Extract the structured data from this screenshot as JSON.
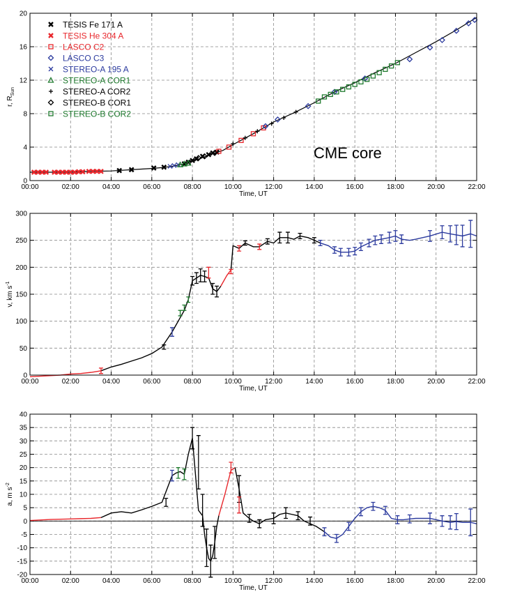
{
  "figure": {
    "annotation": "CME core"
  },
  "legend": [
    {
      "label": "TESIS Fe 171 A",
      "color": "#000000",
      "marker": "x-bold"
    },
    {
      "label": "TESIS He 304 A",
      "color": "#e8262b",
      "marker": "x-bold"
    },
    {
      "label": "LASCO C2",
      "color": "#e8262b",
      "marker": "square"
    },
    {
      "label": "LASCO C3",
      "color": "#2b3a9e",
      "marker": "diamond"
    },
    {
      "label": "STEREO-A 195 A",
      "color": "#2b3a9e",
      "marker": "x"
    },
    {
      "label": "STEREO-A COR1",
      "color": "#1f7a2e",
      "marker": "triangle"
    },
    {
      "label": "STEREO-A COR2",
      "color": "#000000",
      "marker": "plus"
    },
    {
      "label": "STEREO-B COR1",
      "color": "#000000",
      "marker": "diamond"
    },
    {
      "label": "STEREO-B COR2",
      "color": "#1f7a2e",
      "marker": "square"
    }
  ],
  "chart_data": [
    {
      "type": "line",
      "xlabel": "Time, UT",
      "ylabel": "r, R_Sun",
      "xlim": [
        0,
        22
      ],
      "ylim": [
        0,
        20
      ],
      "xticks": [
        "00:00",
        "02:00",
        "04:00",
        "06:00",
        "08:00",
        "10:00",
        "12:00",
        "14:00",
        "16:00",
        "18:00",
        "20:00",
        "22:00"
      ],
      "yticks": [
        "0",
        "4",
        "8",
        "12",
        "16",
        "20"
      ],
      "grid": true,
      "legend_position": "top-left",
      "series": [
        {
          "name": "TESIS He 304 A",
          "color": "#e8262b",
          "marker": "x-bold",
          "x": [
            0.2,
            0.4,
            0.6,
            0.8,
            1.2,
            1.4,
            1.6,
            1.8,
            2.0,
            2.2,
            2.4,
            2.6,
            2.9,
            3.1,
            3.3,
            3.5
          ],
          "y": [
            1.0,
            1.0,
            1.0,
            1.0,
            1.0,
            1.0,
            1.0,
            1.0,
            1.0,
            1.0,
            1.05,
            1.05,
            1.1,
            1.1,
            1.1,
            1.1
          ]
        },
        {
          "name": "TESIS Fe 171 A",
          "color": "#000000",
          "marker": "x-bold",
          "x": [
            4.4,
            5.0,
            6.1,
            6.6,
            7.6,
            7.8,
            8.0,
            8.2,
            8.5,
            8.8,
            9.0,
            9.2
          ],
          "y": [
            1.2,
            1.3,
            1.5,
            1.6,
            2.0,
            2.2,
            2.4,
            2.6,
            2.9,
            3.1,
            3.3,
            3.4
          ]
        },
        {
          "name": "LASCO C2",
          "color": "#e8262b",
          "marker": "square",
          "x": [
            9.3,
            9.8,
            10.4,
            11.0,
            11.5
          ],
          "y": [
            3.5,
            4.0,
            4.8,
            5.6,
            6.3
          ]
        },
        {
          "name": "STEREO-A 195 A",
          "color": "#2b3a9e",
          "marker": "x",
          "x": [
            6.9,
            7.1,
            7.3
          ],
          "y": [
            1.7,
            1.8,
            1.9
          ]
        },
        {
          "name": "STEREO-A COR1",
          "color": "#1f7a2e",
          "marker": "triangle",
          "x": [
            7.4,
            7.6,
            7.8
          ],
          "y": [
            1.9,
            2.0,
            2.1
          ]
        },
        {
          "name": "STEREO-A COR2",
          "color": "#000000",
          "marker": "plus",
          "x": [
            10.0,
            10.6,
            11.2,
            11.9,
            12.5,
            13.1
          ],
          "y": [
            4.4,
            5.1,
            5.9,
            6.8,
            7.5,
            8.2
          ]
        },
        {
          "name": "LASCO C3",
          "color": "#2b3a9e",
          "marker": "diamond",
          "x": [
            11.6,
            12.2,
            13.7,
            15.0,
            16.5,
            18.7,
            19.7,
            20.3,
            21.0,
            21.6,
            21.9
          ],
          "y": [
            6.5,
            7.3,
            8.9,
            10.6,
            12.2,
            14.5,
            15.9,
            16.8,
            17.9,
            18.8,
            19.2
          ]
        },
        {
          "name": "STEREO-B COR1",
          "color": "#000000",
          "marker": "diamond",
          "x": [
            8.3,
            8.6,
            9.1
          ],
          "y": [
            2.7,
            2.9,
            3.3
          ]
        },
        {
          "name": "STEREO-B COR2",
          "color": "#1f7a2e",
          "marker": "square",
          "x": [
            14.2,
            14.5,
            14.8,
            15.1,
            15.4,
            15.7,
            16.0,
            16.3,
            16.6,
            16.9,
            17.2,
            17.5,
            17.8,
            18.1
          ],
          "y": [
            9.5,
            10.0,
            10.3,
            10.6,
            10.9,
            11.2,
            11.5,
            11.8,
            12.1,
            12.5,
            12.9,
            13.3,
            13.7,
            14.1
          ]
        }
      ],
      "curve": {
        "x": [
          0,
          1,
          2,
          3,
          4,
          5,
          6,
          6.5,
          7,
          7.5,
          8,
          8.5,
          9,
          9.5,
          10,
          11,
          12,
          13,
          14,
          15,
          16,
          17,
          18,
          19,
          20,
          21,
          22
        ],
        "y": [
          1.0,
          1.0,
          1.0,
          1.1,
          1.15,
          1.3,
          1.45,
          1.55,
          1.7,
          1.95,
          2.3,
          2.75,
          3.2,
          3.6,
          4.3,
          5.6,
          7.0,
          8.1,
          9.3,
          10.6,
          11.7,
          12.9,
          14.0,
          15.3,
          16.6,
          18.0,
          19.5
        ]
      }
    },
    {
      "type": "line",
      "xlabel": "Time, UT",
      "ylabel": "v, km s^-1",
      "xlim": [
        0,
        22
      ],
      "ylim": [
        0,
        300
      ],
      "xticks": [
        "00:00",
        "02:00",
        "04:00",
        "06:00",
        "08:00",
        "10:00",
        "12:00",
        "14:00",
        "16:00",
        "18:00",
        "20:00",
        "22:00"
      ],
      "yticks": [
        "0",
        "50",
        "100",
        "150",
        "200",
        "250",
        "300"
      ],
      "grid": true,
      "segments": [
        {
          "color": "#e8262b",
          "x": [
            0,
            0.5,
            1,
            1.5,
            2,
            2.5,
            3,
            3.5
          ],
          "y": [
            -3,
            -2,
            -1,
            0,
            2,
            3,
            5,
            8
          ]
        },
        {
          "color": "#000000",
          "x": [
            3.5,
            4,
            4.5,
            5,
            5.5,
            6,
            6.5,
            7,
            7.3,
            7.6,
            7.8,
            8.0,
            8.2,
            8.4,
            8.6,
            8.8,
            9.0,
            9.2,
            9.4
          ],
          "y": [
            8,
            15,
            20,
            26,
            32,
            40,
            52,
            80,
            100,
            120,
            140,
            175,
            180,
            185,
            183,
            180,
            160,
            155,
            165
          ]
        },
        {
          "color": "#e8262b",
          "x": [
            9.4,
            9.7,
            9.9
          ],
          "y": [
            165,
            185,
            195
          ]
        },
        {
          "color": "#000000",
          "x": [
            9.9,
            10.0,
            10.3,
            10.6,
            11.0,
            11.3,
            11.7,
            12.0,
            12.3,
            12.7,
            13.0,
            13.3,
            13.7,
            14.0,
            14.3
          ],
          "y": [
            195,
            240,
            235,
            245,
            238,
            238,
            248,
            245,
            255,
            255,
            252,
            258,
            255,
            250,
            245
          ]
        },
        {
          "color": "#2b3a9e",
          "x": [
            14.3,
            14.7,
            15.0,
            15.3,
            15.7,
            16.0,
            16.3,
            16.7,
            17.0,
            17.3,
            17.7,
            18.0,
            18.3,
            18.7,
            19.0,
            19.7,
            20.3,
            20.7,
            21.0,
            21.3,
            21.7,
            22.0
          ],
          "y": [
            245,
            240,
            232,
            228,
            228,
            230,
            238,
            245,
            250,
            252,
            255,
            258,
            252,
            250,
            252,
            258,
            265,
            262,
            260,
            258,
            262,
            258
          ]
        }
      ],
      "errorbars": [
        {
          "color": "#e8262b",
          "x": [
            3.5
          ],
          "y": [
            8
          ],
          "err": [
            5
          ]
        },
        {
          "color": "#000000",
          "x": [
            6.6,
            8.0,
            8.2,
            8.4,
            8.6,
            9.0,
            9.2,
            10.6,
            11.7,
            12.3,
            12.7,
            13.3,
            14.0
          ],
          "y": [
            52,
            175,
            180,
            185,
            183,
            160,
            155,
            245,
            248,
            255,
            255,
            258,
            250
          ],
          "err": [
            4,
            8,
            10,
            12,
            10,
            10,
            10,
            4,
            5,
            10,
            10,
            5,
            5
          ]
        },
        {
          "color": "#2b3a9e",
          "x": [
            7.0,
            14.3,
            15.0,
            15.3,
            15.7,
            16.0,
            16.3,
            16.7,
            17.0,
            17.3,
            17.7,
            18.0,
            18.3,
            19.7,
            20.3,
            20.7,
            21.0,
            21.3,
            21.7
          ],
          "y": [
            80,
            245,
            232,
            228,
            228,
            230,
            238,
            245,
            250,
            252,
            255,
            258,
            252,
            258,
            265,
            262,
            260,
            258,
            262
          ],
          "err": [
            8,
            5,
            6,
            7,
            7,
            7,
            7,
            7,
            8,
            8,
            10,
            10,
            8,
            10,
            12,
            15,
            18,
            20,
            25
          ]
        },
        {
          "color": "#1f7a2e",
          "x": [
            7.4,
            7.6,
            7.8
          ],
          "y": [
            115,
            125,
            140
          ],
          "err": [
            5,
            5,
            5
          ]
        },
        {
          "color": "#e8262b",
          "x": [
            8.8,
            9.9,
            10.3,
            11.3
          ],
          "y": [
            190,
            192,
            235,
            238
          ],
          "err": [
            10,
            4,
            5,
            5
          ]
        }
      ]
    },
    {
      "type": "line",
      "xlabel": "Time, UT",
      "ylabel": "a, m s^-2",
      "xlim": [
        0,
        22
      ],
      "ylim": [
        -20,
        40
      ],
      "xticks": [
        "00:00",
        "02:00",
        "04:00",
        "06:00",
        "08:00",
        "10:00",
        "12:00",
        "14:00",
        "16:00",
        "18:00",
        "20:00",
        "22:00"
      ],
      "yticks": [
        "-20",
        "-15",
        "-10",
        "-5",
        "0",
        "5",
        "10",
        "15",
        "20",
        "25",
        "30",
        "35",
        "40"
      ],
      "grid": true,
      "zero_line": true,
      "segments": [
        {
          "color": "#e8262b",
          "x": [
            0,
            0.5,
            1,
            1.5,
            2,
            2.5,
            3,
            3.5
          ],
          "y": [
            0.2,
            0.4,
            0.6,
            0.7,
            0.8,
            0.9,
            1.0,
            1.3
          ]
        },
        {
          "color": "#000000",
          "x": [
            3.5,
            4,
            4.5,
            5,
            5.5,
            6,
            6.5,
            6.8,
            7.0,
            7.2,
            7.4,
            7.6,
            7.8,
            8.0,
            8.1,
            8.3,
            8.5,
            8.6,
            8.7,
            8.8,
            8.9,
            9.0,
            9.1,
            9.2,
            9.3
          ],
          "y": [
            1.3,
            3,
            3.5,
            3,
            4.2,
            5.5,
            7,
            13,
            17,
            18,
            18.5,
            17.5,
            25,
            31,
            22,
            4,
            2,
            -5,
            -10,
            -14,
            -15,
            -13,
            -8,
            -2,
            2
          ]
        },
        {
          "color": "#e8262b",
          "x": [
            9.3,
            9.6,
            9.9,
            10.1
          ],
          "y": [
            2,
            10,
            19,
            20
          ]
        },
        {
          "color": "#000000",
          "x": [
            10.1,
            10.3,
            10.5,
            10.8,
            11.0,
            11.3,
            11.6,
            12.0,
            12.3,
            12.6,
            12.9,
            13.2,
            13.5,
            13.8,
            14.1,
            14.5
          ],
          "y": [
            20,
            12,
            3,
            1,
            0,
            -1,
            0.5,
            1,
            2.5,
            3,
            2.5,
            2,
            0,
            -1,
            -2,
            -4
          ]
        },
        {
          "color": "#2b3a9e",
          "x": [
            14.5,
            14.8,
            15.1,
            15.4,
            15.7,
            16.0,
            16.3,
            16.6,
            16.9,
            17.2,
            17.5,
            17.8,
            18.1,
            18.4,
            18.7,
            19.0,
            19.7,
            20.3,
            20.7,
            21.0,
            21.3,
            21.7,
            22.0
          ],
          "y": [
            -4,
            -6,
            -6.5,
            -5,
            -2,
            1,
            3.5,
            5,
            5.5,
            5,
            4,
            1,
            0.5,
            0.5,
            0.8,
            1,
            1,
            0,
            -0.5,
            -0.2,
            -0.5,
            -0.5,
            -1
          ]
        }
      ],
      "errorbars": [
        {
          "color": "#000000",
          "x": [
            6.7,
            8.0,
            8.3,
            8.5,
            8.7,
            8.9,
            9.1,
            10.3,
            10.8,
            11.3,
            12.0,
            12.6,
            13.2,
            13.8
          ],
          "y": [
            7,
            31,
            22,
            4,
            -10,
            -15,
            -8,
            12,
            1,
            -1,
            1,
            3,
            2,
            0
          ],
          "err": [
            1.5,
            4,
            10,
            6,
            7,
            6,
            6,
            5,
            1.5,
            1.5,
            2,
            2,
            1.5,
            1.5
          ]
        },
        {
          "color": "#e8262b",
          "x": [
            9.9,
            10.3
          ],
          "y": [
            20,
            6
          ],
          "err": [
            2,
            3
          ]
        },
        {
          "color": "#2b3a9e",
          "x": [
            7.0,
            14.5,
            15.1,
            15.7,
            16.3,
            16.9,
            17.5,
            18.1,
            18.7,
            19.7,
            20.3,
            20.7,
            21.0,
            21.7
          ],
          "y": [
            17,
            -4,
            -6.5,
            -2,
            3.5,
            5.5,
            4,
            0.5,
            0.8,
            1,
            0,
            -0.5,
            -0.2,
            -0.5
          ],
          "err": [
            2,
            1.5,
            1.5,
            1.5,
            1.5,
            1.5,
            1.5,
            1.5,
            1.5,
            2,
            2,
            2.5,
            3,
            5
          ]
        },
        {
          "color": "#1f7a2e",
          "x": [
            7.3,
            7.6
          ],
          "y": [
            18,
            17.5
          ],
          "err": [
            2,
            2
          ]
        }
      ]
    }
  ]
}
